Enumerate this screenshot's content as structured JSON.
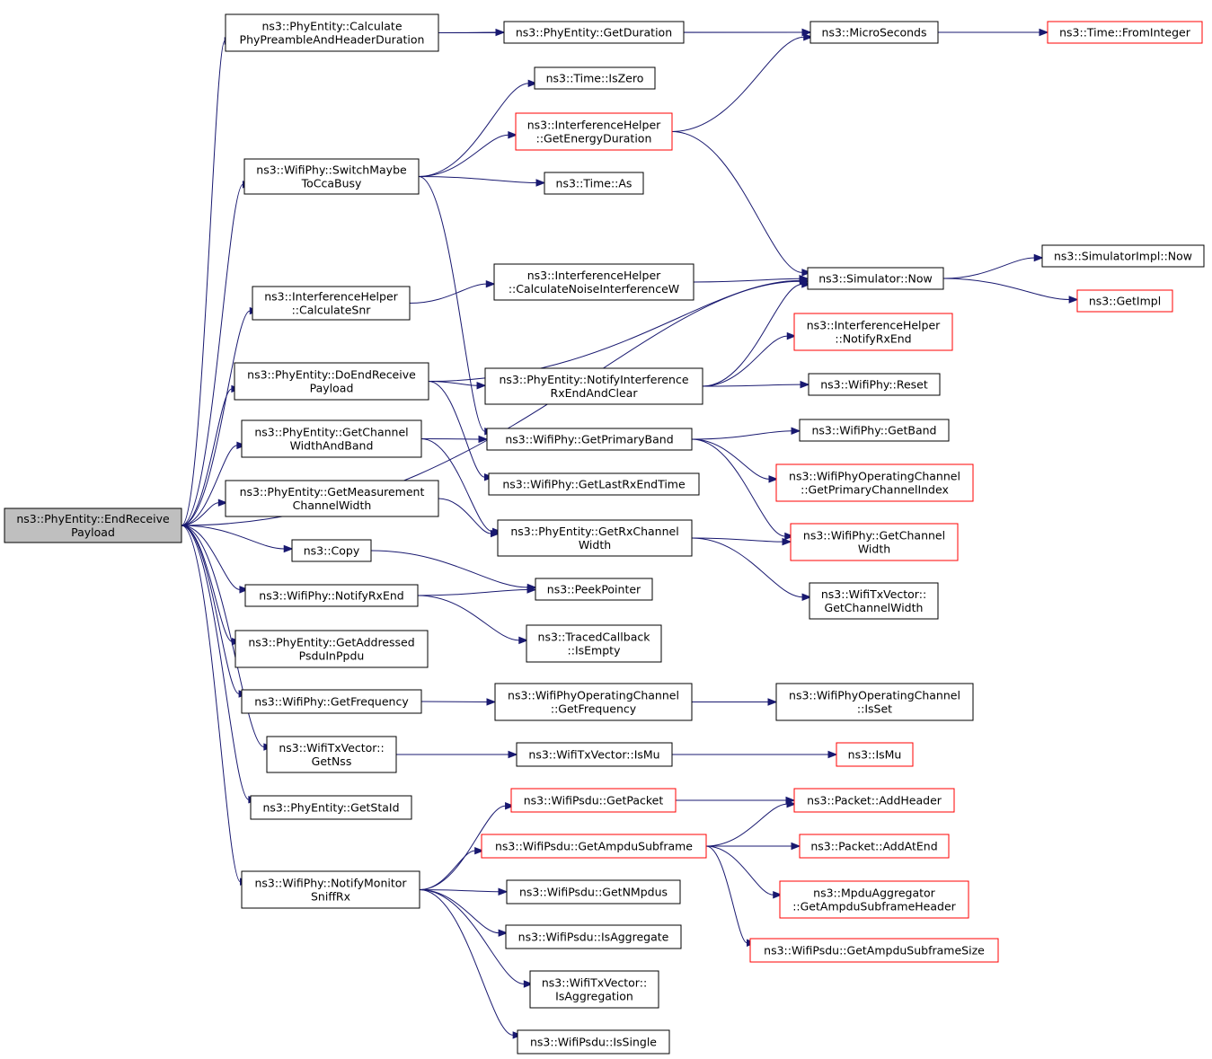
{
  "graph": {
    "colors": {
      "edge": "#191970",
      "normal_border": "#000000",
      "truncated_border": "#ff0000",
      "root_fill": "#bfbfbf",
      "fill": "#ffffff"
    },
    "nodes": [
      {
        "id": "root",
        "lines": [
          "ns3::PhyEntity::EndReceive",
          "Payload"
        ],
        "style": "root"
      },
      {
        "id": "calcPreamble",
        "lines": [
          "ns3::PhyEntity::Calculate",
          "PhyPreambleAndHeaderDuration"
        ],
        "style": "normal"
      },
      {
        "id": "getDuration",
        "lines": [
          "ns3::PhyEntity::GetDuration"
        ],
        "style": "normal"
      },
      {
        "id": "microSeconds",
        "lines": [
          "ns3::MicroSeconds"
        ],
        "style": "normal"
      },
      {
        "id": "fromInteger",
        "lines": [
          "ns3::Time::FromInteger"
        ],
        "style": "truncated"
      },
      {
        "id": "isZero",
        "lines": [
          "ns3::Time::IsZero"
        ],
        "style": "normal"
      },
      {
        "id": "getEnergyDuration",
        "lines": [
          "ns3::InterferenceHelper",
          "::GetEnergyDuration"
        ],
        "style": "truncated"
      },
      {
        "id": "switchMaybe",
        "lines": [
          "ns3::WifiPhy::SwitchMaybe",
          "ToCcaBusy"
        ],
        "style": "normal"
      },
      {
        "id": "timeAs",
        "lines": [
          "ns3::Time::As"
        ],
        "style": "normal"
      },
      {
        "id": "simNow",
        "lines": [
          "ns3::Simulator::Now"
        ],
        "style": "normal"
      },
      {
        "id": "simImplNow",
        "lines": [
          "ns3::SimulatorImpl::Now"
        ],
        "style": "normal"
      },
      {
        "id": "getImpl",
        "lines": [
          "ns3::GetImpl"
        ],
        "style": "truncated"
      },
      {
        "id": "calcNoise",
        "lines": [
          "ns3::InterferenceHelper",
          "::CalculateNoiseInterferenceW"
        ],
        "style": "normal"
      },
      {
        "id": "calcSnr",
        "lines": [
          "ns3::InterferenceHelper",
          "::CalculateSnr"
        ],
        "style": "normal"
      },
      {
        "id": "ihNotifyRxEnd",
        "lines": [
          "ns3::InterferenceHelper",
          "::NotifyRxEnd"
        ],
        "style": "truncated"
      },
      {
        "id": "doEndReceive",
        "lines": [
          "ns3::PhyEntity::DoEndReceive",
          "Payload"
        ],
        "style": "normal"
      },
      {
        "id": "notifyInterference",
        "lines": [
          "ns3::PhyEntity::NotifyInterference",
          "RxEndAndClear"
        ],
        "style": "normal"
      },
      {
        "id": "wifiReset",
        "lines": [
          "ns3::WifiPhy::Reset"
        ],
        "style": "normal"
      },
      {
        "id": "getChannelWidthAndBand",
        "lines": [
          "ns3::PhyEntity::GetChannel",
          "WidthAndBand"
        ],
        "style": "normal"
      },
      {
        "id": "getPrimaryBand",
        "lines": [
          "ns3::WifiPhy::GetPrimaryBand"
        ],
        "style": "normal"
      },
      {
        "id": "getBand",
        "lines": [
          "ns3::WifiPhy::GetBand"
        ],
        "style": "normal"
      },
      {
        "id": "getPrimaryChannelIndex",
        "lines": [
          "ns3::WifiPhyOperatingChannel",
          "::GetPrimaryChannelIndex"
        ],
        "style": "truncated"
      },
      {
        "id": "getLastRxEndTime",
        "lines": [
          "ns3::WifiPhy::GetLastRxEndTime"
        ],
        "style": "normal"
      },
      {
        "id": "getMeasurement",
        "lines": [
          "ns3::PhyEntity::GetMeasurement",
          "ChannelWidth"
        ],
        "style": "normal"
      },
      {
        "id": "getRxChannelWidth",
        "lines": [
          "ns3::PhyEntity::GetRxChannel",
          "Width"
        ],
        "style": "normal"
      },
      {
        "id": "wifiGetChannelWidth",
        "lines": [
          "ns3::WifiPhy::GetChannel",
          "Width"
        ],
        "style": "truncated"
      },
      {
        "id": "copy",
        "lines": [
          "ns3::Copy"
        ],
        "style": "normal"
      },
      {
        "id": "peekPointer",
        "lines": [
          "ns3::PeekPointer"
        ],
        "style": "normal"
      },
      {
        "id": "txGetChannelWidth",
        "lines": [
          "ns3::WifiTxVector::",
          "GetChannelWidth"
        ],
        "style": "normal"
      },
      {
        "id": "wifiNotifyRxEnd",
        "lines": [
          "ns3::WifiPhy::NotifyRxEnd"
        ],
        "style": "normal"
      },
      {
        "id": "tracedIsEmpty",
        "lines": [
          "ns3::TracedCallback",
          "::IsEmpty"
        ],
        "style": "normal"
      },
      {
        "id": "getAddressed",
        "lines": [
          "ns3::PhyEntity::GetAddressed",
          "PsduInPpdu"
        ],
        "style": "normal"
      },
      {
        "id": "wifiGetFrequency",
        "lines": [
          "ns3::WifiPhy::GetFrequency"
        ],
        "style": "normal"
      },
      {
        "id": "opGetFrequency",
        "lines": [
          "ns3::WifiPhyOperatingChannel",
          "::GetFrequency"
        ],
        "style": "normal"
      },
      {
        "id": "opIsSet",
        "lines": [
          "ns3::WifiPhyOperatingChannel",
          "::IsSet"
        ],
        "style": "normal"
      },
      {
        "id": "getNss",
        "lines": [
          "ns3::WifiTxVector::",
          "GetNss"
        ],
        "style": "normal"
      },
      {
        "id": "txIsMu",
        "lines": [
          "ns3::WifiTxVector::IsMu"
        ],
        "style": "normal"
      },
      {
        "id": "isMu",
        "lines": [
          "ns3::IsMu"
        ],
        "style": "truncated"
      },
      {
        "id": "getStaId",
        "lines": [
          "ns3::PhyEntity::GetStaId"
        ],
        "style": "normal"
      },
      {
        "id": "psduGetPacket",
        "lines": [
          "ns3::WifiPsdu::GetPacket"
        ],
        "style": "truncated"
      },
      {
        "id": "addHeader",
        "lines": [
          "ns3::Packet::AddHeader"
        ],
        "style": "truncated"
      },
      {
        "id": "getAmpduSubframe",
        "lines": [
          "ns3::WifiPsdu::GetAmpduSubframe"
        ],
        "style": "truncated"
      },
      {
        "id": "addAtEnd",
        "lines": [
          "ns3::Packet::AddAtEnd"
        ],
        "style": "truncated"
      },
      {
        "id": "notifyMonitor",
        "lines": [
          "ns3::WifiPhy::NotifyMonitor",
          "SniffRx"
        ],
        "style": "normal"
      },
      {
        "id": "getNMpdus",
        "lines": [
          "ns3::WifiPsdu::GetNMpdus"
        ],
        "style": "normal"
      },
      {
        "id": "mpduAggregator",
        "lines": [
          "ns3::MpduAggregator",
          "::GetAmpduSubframeHeader"
        ],
        "style": "truncated"
      },
      {
        "id": "isAggregate",
        "lines": [
          "ns3::WifiPsdu::IsAggregate"
        ],
        "style": "normal"
      },
      {
        "id": "getAmpduSubframeSize",
        "lines": [
          "ns3::WifiPsdu::GetAmpduSubframeSize"
        ],
        "style": "truncated"
      },
      {
        "id": "isAggregation",
        "lines": [
          "ns3::WifiTxVector::",
          "IsAggregation"
        ],
        "style": "normal"
      },
      {
        "id": "isSingle",
        "lines": [
          "ns3::WifiPsdu::IsSingle"
        ],
        "style": "normal"
      }
    ],
    "edges": [
      [
        "root",
        "calcPreamble"
      ],
      [
        "root",
        "switchMaybe"
      ],
      [
        "root",
        "simNow"
      ],
      [
        "root",
        "calcSnr"
      ],
      [
        "root",
        "doEndReceive"
      ],
      [
        "root",
        "getChannelWidthAndBand"
      ],
      [
        "root",
        "getMeasurement"
      ],
      [
        "root",
        "copy"
      ],
      [
        "root",
        "wifiNotifyRxEnd"
      ],
      [
        "root",
        "getAddressed"
      ],
      [
        "root",
        "wifiGetFrequency"
      ],
      [
        "root",
        "getNss"
      ],
      [
        "root",
        "getStaId"
      ],
      [
        "root",
        "notifyMonitor"
      ],
      [
        "calcPreamble",
        "getDuration"
      ],
      [
        "calcPreamble",
        "microSeconds"
      ],
      [
        "getDuration",
        "microSeconds"
      ],
      [
        "microSeconds",
        "fromInteger"
      ],
      [
        "switchMaybe",
        "isZero"
      ],
      [
        "switchMaybe",
        "getEnergyDuration"
      ],
      [
        "switchMaybe",
        "timeAs"
      ],
      [
        "switchMaybe",
        "getPrimaryBand"
      ],
      [
        "getEnergyDuration",
        "microSeconds"
      ],
      [
        "getEnergyDuration",
        "simNow"
      ],
      [
        "simNow",
        "simImplNow"
      ],
      [
        "simNow",
        "getImpl"
      ],
      [
        "calcSnr",
        "calcNoise"
      ],
      [
        "calcNoise",
        "simNow"
      ],
      [
        "doEndReceive",
        "simNow"
      ],
      [
        "doEndReceive",
        "notifyInterference"
      ],
      [
        "doEndReceive",
        "getLastRxEndTime"
      ],
      [
        "notifyInterference",
        "simNow"
      ],
      [
        "notifyInterference",
        "ihNotifyRxEnd"
      ],
      [
        "notifyInterference",
        "wifiReset"
      ],
      [
        "getChannelWidthAndBand",
        "getPrimaryBand"
      ],
      [
        "getChannelWidthAndBand",
        "getRxChannelWidth"
      ],
      [
        "getPrimaryBand",
        "getBand"
      ],
      [
        "getPrimaryBand",
        "getPrimaryChannelIndex"
      ],
      [
        "getPrimaryBand",
        "wifiGetChannelWidth"
      ],
      [
        "getMeasurement",
        "getRxChannelWidth"
      ],
      [
        "getRxChannelWidth",
        "wifiGetChannelWidth"
      ],
      [
        "getRxChannelWidth",
        "txGetChannelWidth"
      ],
      [
        "copy",
        "peekPointer"
      ],
      [
        "wifiNotifyRxEnd",
        "peekPointer"
      ],
      [
        "wifiNotifyRxEnd",
        "tracedIsEmpty"
      ],
      [
        "wifiGetFrequency",
        "opGetFrequency"
      ],
      [
        "opGetFrequency",
        "opIsSet"
      ],
      [
        "getNss",
        "txIsMu"
      ],
      [
        "txIsMu",
        "isMu"
      ],
      [
        "notifyMonitor",
        "psduGetPacket"
      ],
      [
        "notifyMonitor",
        "getAmpduSubframe"
      ],
      [
        "notifyMonitor",
        "getNMpdus"
      ],
      [
        "notifyMonitor",
        "isAggregate"
      ],
      [
        "notifyMonitor",
        "isAggregation"
      ],
      [
        "notifyMonitor",
        "isSingle"
      ],
      [
        "psduGetPacket",
        "addHeader"
      ],
      [
        "getAmpduSubframe",
        "addHeader"
      ],
      [
        "getAmpduSubframe",
        "addAtEnd"
      ],
      [
        "getAmpduSubframe",
        "mpduAggregator"
      ],
      [
        "getAmpduSubframe",
        "getAmpduSubframeSize"
      ]
    ]
  }
}
